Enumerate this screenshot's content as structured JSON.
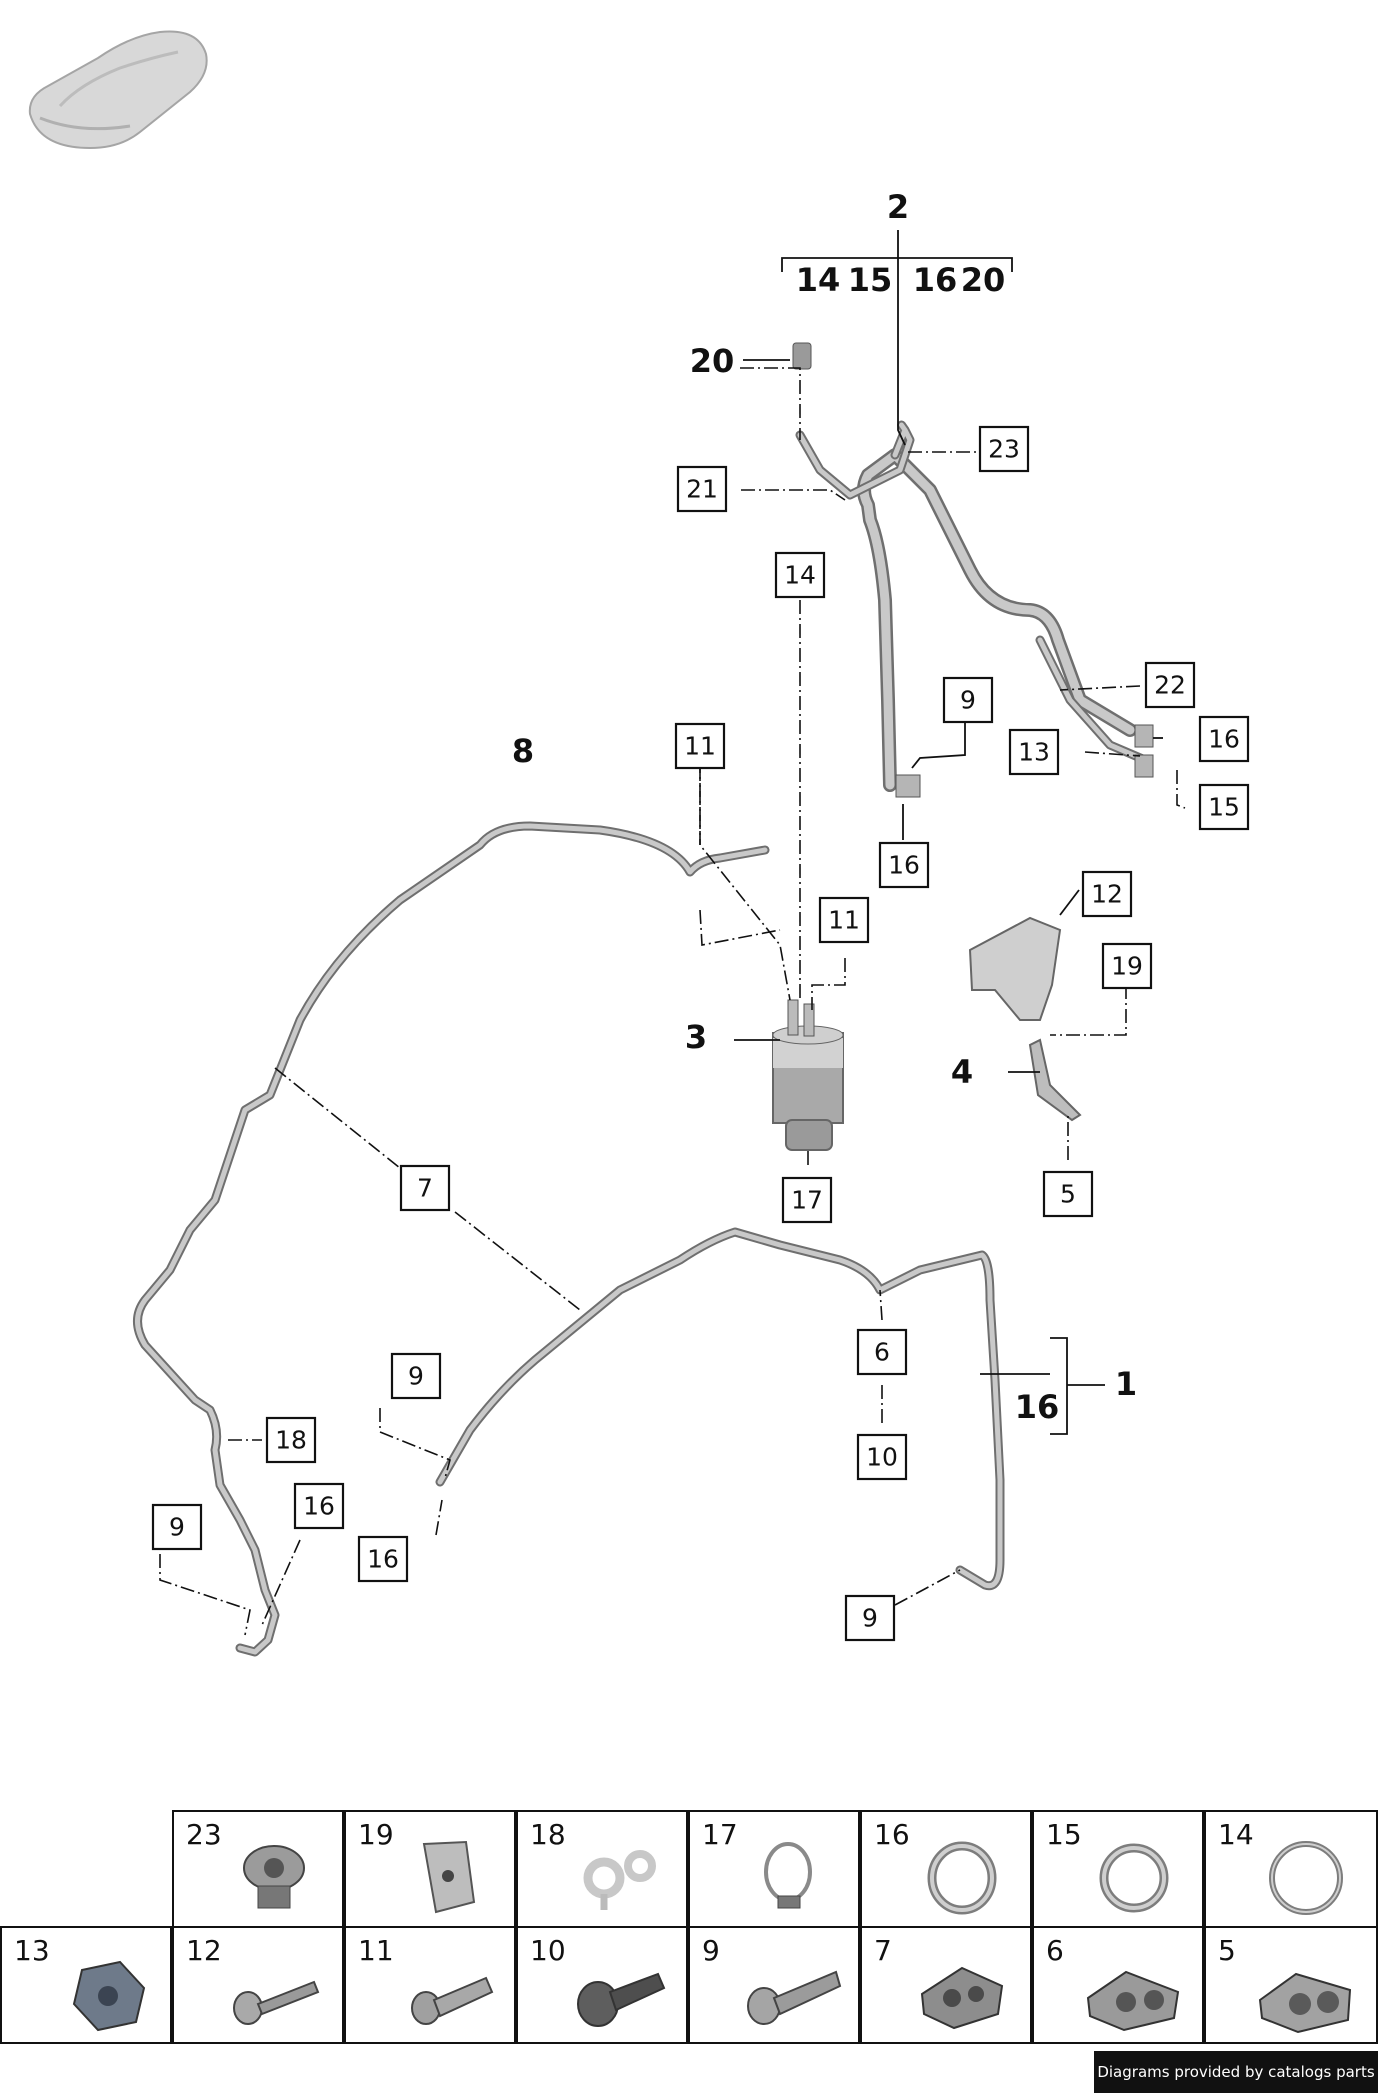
{
  "callouts": {
    "c23": "23",
    "c21": "21",
    "c14": "14",
    "c22": "22",
    "c9a": "9",
    "c16a": "16",
    "c13": "13",
    "c15": "15",
    "c16b": "16",
    "c11a": "11",
    "c11b": "11",
    "c12": "12",
    "c19": "19",
    "c17": "17",
    "c5": "5",
    "c7": "7",
    "c6": "6",
    "c10": "10",
    "c9b": "9",
    "c18": "18",
    "c16c": "16",
    "c9c": "9",
    "c16d": "16",
    "c9d": "9"
  },
  "labels": {
    "l2": "2",
    "l14": "14",
    "l15": "15",
    "l16top": "16",
    "l20top": "20",
    "l20": "20",
    "l8": "8",
    "l3": "3",
    "l4": "4",
    "l1": "1",
    "l16": "16"
  },
  "legend": {
    "top_row": [
      {
        "num": "23",
        "icon": "motor-clip-icon"
      },
      {
        "num": "19",
        "icon": "bracket-plate-icon"
      },
      {
        "num": "18",
        "icon": "pipe-clip-icon"
      },
      {
        "num": "17",
        "icon": "hose-clamp-icon"
      },
      {
        "num": "16",
        "icon": "o-ring-icon"
      },
      {
        "num": "15",
        "icon": "o-ring-icon"
      },
      {
        "num": "14",
        "icon": "o-ring-icon"
      }
    ],
    "bottom_row": [
      {
        "num": "13",
        "icon": "hex-nut-icon"
      },
      {
        "num": "12",
        "icon": "flange-bolt-icon"
      },
      {
        "num": "11",
        "icon": "bolt-icon"
      },
      {
        "num": "10",
        "icon": "collar-bolt-icon"
      },
      {
        "num": "9",
        "icon": "torx-bolt-icon"
      },
      {
        "num": "7",
        "icon": "double-clip-icon"
      },
      {
        "num": "6",
        "icon": "double-clip-icon"
      },
      {
        "num": "5",
        "icon": "double-clip-icon"
      }
    ]
  },
  "credit": "Diagrams provided by catalogs parts",
  "colors": {
    "pipe": "#c9c9c9",
    "pipe_edge": "#6f6f6f",
    "line": "#111111",
    "credit_bg": "#111111"
  }
}
